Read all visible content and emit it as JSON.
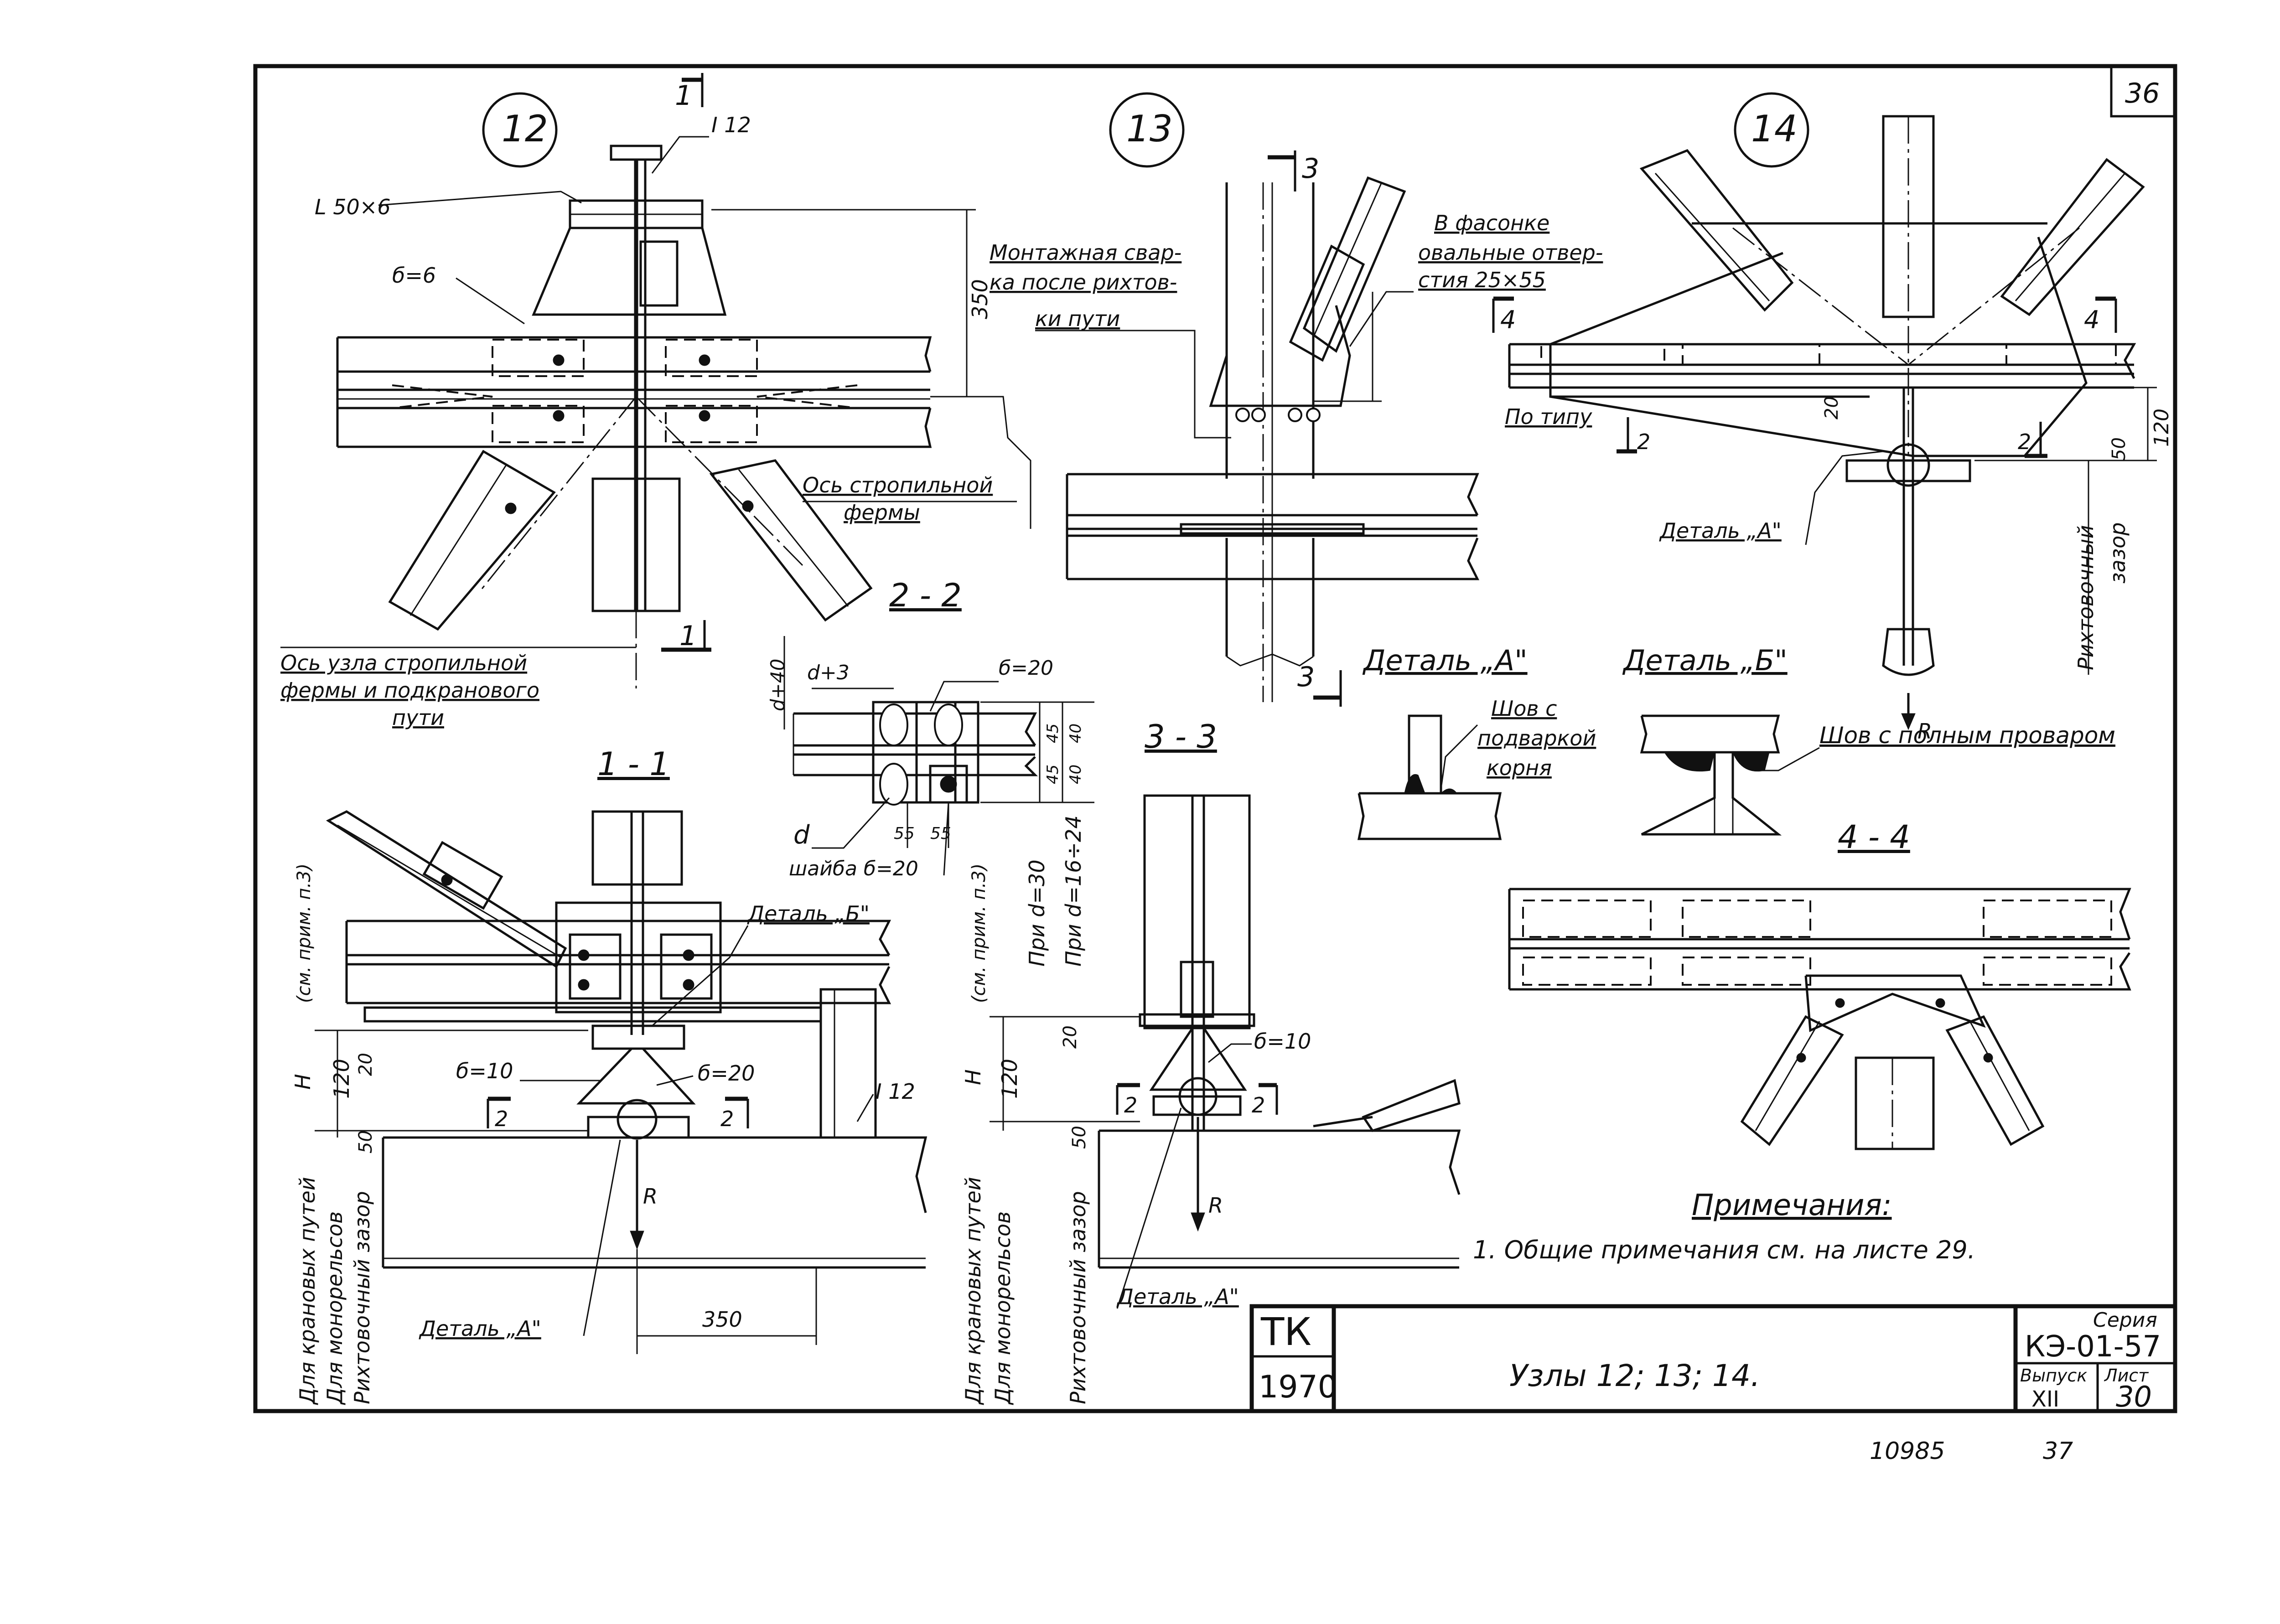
{
  "sheet": {
    "page_number": "36",
    "series_label": "Серия",
    "series": "КЭ-01-57",
    "issue_label": "Выпуск",
    "sheet_label": "Лист",
    "issue": "XII",
    "sheet": "30",
    "org": "ТК",
    "year": "1970",
    "title": "Узлы 12; 13; 14.",
    "bottom_numbers": [
      "10985",
      "37"
    ]
  },
  "nodes": {
    "n12": "12",
    "n13": "13",
    "n14": "14"
  },
  "node12": {
    "section_mark": "1",
    "beam": "I 12",
    "angle": "L 50×6",
    "plate": "б=6",
    "dim_height": "350",
    "axis_truss": [
      "Ось стропильной",
      "фермы"
    ],
    "axis_node": [
      "Ось узла стропильной",
      "фермы и подкранового",
      "пути"
    ]
  },
  "node13": {
    "section_mark": "3",
    "note": [
      "Монтажная свар-",
      "ка после рихтов-",
      "ки пути"
    ],
    "hole_note": [
      "В фасонке",
      "овальные отвер-",
      "стия 25×55"
    ]
  },
  "node14": {
    "section_mark": "4",
    "section2": "2",
    "by_type": "По типу",
    "detail_a": "Деталь „А\"",
    "dim_20": "20",
    "dim_50": "50",
    "dim_120": "120",
    "gap": [
      "Рихтовочный",
      "зазор"
    ],
    "force": "R"
  },
  "section22": {
    "title": "2 - 2",
    "d_plus_40": "d+40",
    "d_plus_3": "d+3",
    "thick": "б=20",
    "d": "d",
    "washer": "шайба б=20",
    "dims": [
      "55",
      "55",
      "40",
      "45",
      "45",
      "40"
    ],
    "note1": "При  d=30",
    "note2": "При d=16÷24"
  },
  "details": {
    "detail_a_title": "Деталь „А\"",
    "weld_a": [
      "Шов с",
      "подваркой",
      "корня"
    ],
    "detail_b_title": "Деталь „Б\"",
    "weld_b": "Шов с полным проваром"
  },
  "section11": {
    "title": "1 - 1",
    "detail_b": "Деталь „Б\"",
    "detail_a": "Деталь „А\"",
    "plate10": "б=10",
    "plate20": "б=20",
    "beam": "I 12",
    "dim_350": "350",
    "dim_120": "120",
    "dim_20": "20",
    "dim_50": "50",
    "H": "H",
    "ref": "(см. прим. п.3)",
    "force": "R",
    "sec2": "2",
    "side": [
      "Для крановых путей",
      "Для монорельсов",
      "Рихтовочный зазор"
    ]
  },
  "section33": {
    "title": "3 - 3",
    "plate10": "б=10",
    "detail_a": "Деталь „А\"",
    "dim_120": "120",
    "dim_20": "20",
    "dim_50": "50",
    "H": "H",
    "ref": "(см. прим. п.3)",
    "force": "R",
    "sec2": "2",
    "side": [
      "Для крановых путей",
      "Для монорельсов",
      "Рихтовочный зазор"
    ]
  },
  "section44": {
    "title": "4 - 4"
  },
  "notes": {
    "title": "Примечания:",
    "items": [
      "1. Общие  примечания  см. на  листе  29."
    ]
  }
}
